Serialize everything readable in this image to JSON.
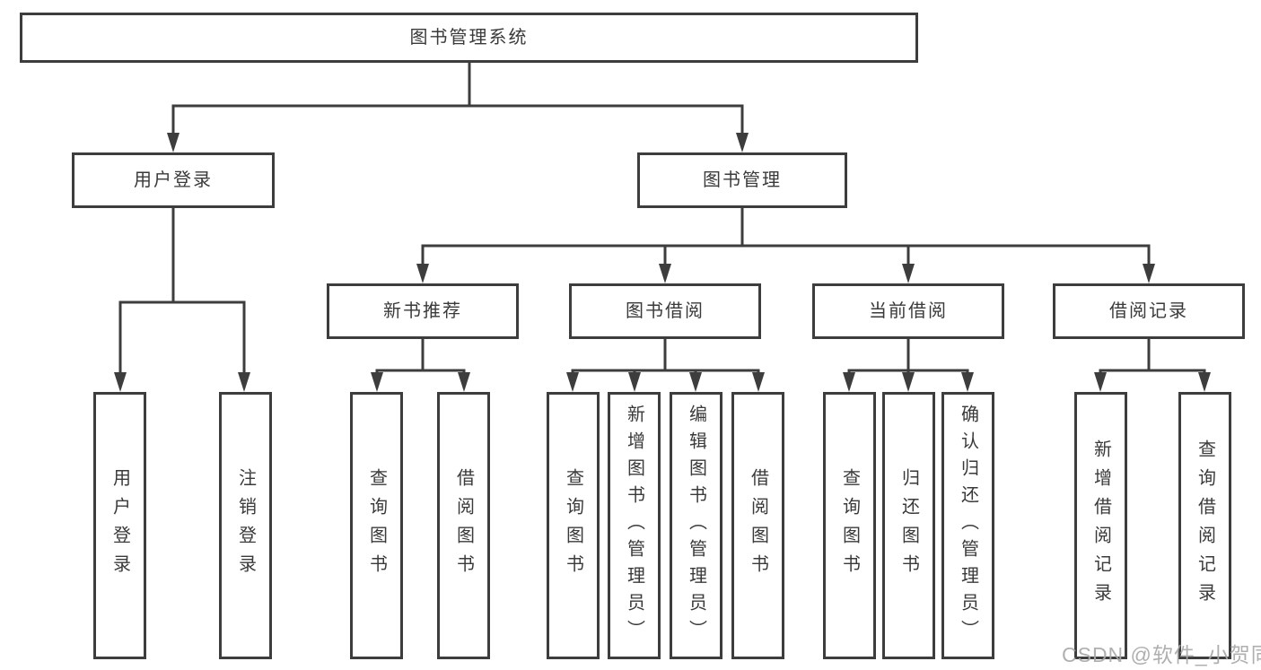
{
  "colors": {
    "line": "#3d3d3d",
    "text": "#3a3a3a",
    "box_bg": "#ffffff",
    "watermark": "#a9a9a9",
    "background": "#ffffff"
  },
  "nodes": {
    "root": {
      "label": "图书管理系统"
    },
    "level2": [
      {
        "label": "用户登录"
      },
      {
        "label": "图书管理"
      }
    ],
    "level3": [
      {
        "label": "新书推荐"
      },
      {
        "label": "图书借阅"
      },
      {
        "label": "当前借阅"
      },
      {
        "label": "借阅记录"
      }
    ],
    "leaves_user": [
      {
        "label": "用户登录"
      },
      {
        "label": "注销登录"
      }
    ],
    "leaves_recommend": [
      {
        "label": "查询图书"
      },
      {
        "label": "借阅图书"
      }
    ],
    "leaves_borrow": [
      {
        "label": "查询图书"
      },
      {
        "label": "新增图书（管理员）"
      },
      {
        "label": "编辑图书（管理员）"
      },
      {
        "label": "借阅图书"
      }
    ],
    "leaves_current": [
      {
        "label": "查询图书"
      },
      {
        "label": "归还图书"
      },
      {
        "label": "确认归还（管理员）"
      }
    ],
    "leaves_records": [
      {
        "label": "新增借阅记录"
      },
      {
        "label": "查询借阅记录"
      }
    ]
  },
  "watermark": {
    "text": "CSDN @软件_小贺同学"
  }
}
